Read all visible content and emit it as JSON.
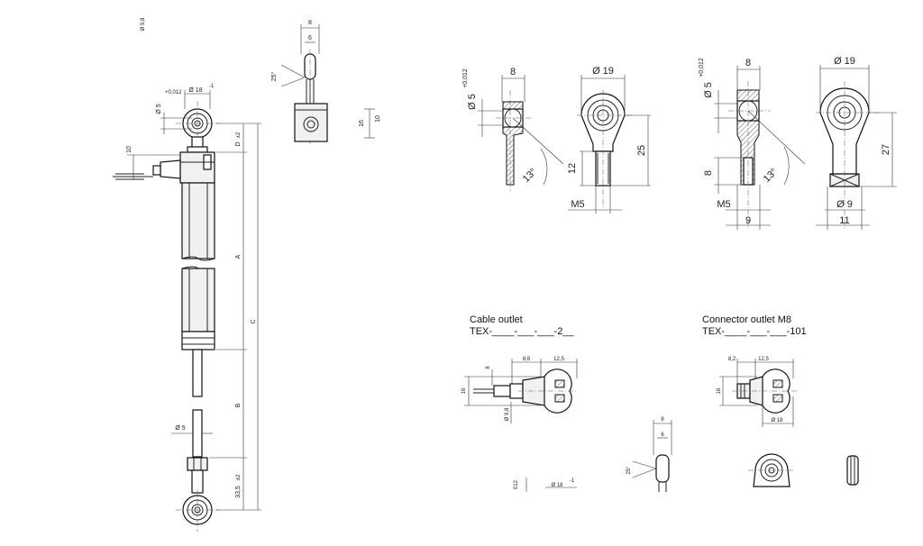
{
  "labels": {
    "cable_outlet_title": "Cable outlet",
    "cable_outlet_code": "TEX-____-___-___-2__",
    "connector_outlet_title": "Connector outlet M8",
    "connector_outlet_code": "TEX-____-___-___-101"
  },
  "main_view": {
    "dims": {
      "d98": "Ø 9,8",
      "d18": "Ø 18",
      "d18_tol": "-1",
      "d5": "Ø 5",
      "d5_tol": "+0,012",
      "ten": "10",
      "D": "D",
      "D_tol": "±2",
      "A": "A",
      "C": "C",
      "B": "B",
      "d5_rod": "Ø 5",
      "e335": "33,5",
      "e335_tol": "±2"
    }
  },
  "top_detail": {
    "dims": {
      "w8": "8",
      "w6": "6",
      "ang": "25°",
      "h16": "16",
      "h10": "10"
    }
  },
  "rod_end_1": {
    "dims": {
      "d5": "Ø 5",
      "d5_tol": "+0,012",
      "w8": "8",
      "d19": "Ø 19",
      "ang": "13°",
      "h12": "12",
      "h25": "25",
      "thread": "M5"
    }
  },
  "rod_end_2": {
    "dims": {
      "d5": "Ø 5",
      "d5_tol": "+0,012",
      "w8": "8",
      "d19": "Ø 19",
      "ang": "13°",
      "h8": "8",
      "thread": "M5",
      "w9": "9",
      "h27": "27",
      "d9": "Ø 9",
      "w11": "11"
    }
  },
  "cable_view": {
    "dims": {
      "w86": "8,6",
      "w125": "12,5",
      "h8": "8",
      "h16": "16",
      "d98": "Ø 9,8"
    }
  },
  "connector_view": {
    "dims": {
      "w82": "8,2",
      "w125": "12,5",
      "h16": "16",
      "d18": "Ø 18"
    }
  },
  "bottom_row": {
    "dims": {
      "w8": "8",
      "w6": "6",
      "ang": "25°",
      "d18": "Ø 18",
      "d18_tol": "-1",
      "d5_tol": "012"
    }
  }
}
